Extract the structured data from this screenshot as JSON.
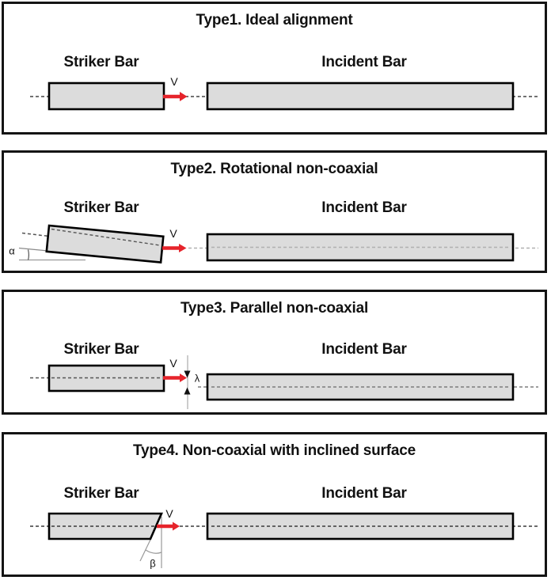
{
  "figure": {
    "panels": [
      {
        "title": "Type1. Ideal alignment",
        "striker_label": "Striker Bar",
        "incident_label": "Incident Bar",
        "velocity_label": "V"
      },
      {
        "title": "Type2. Rotational non-coaxial",
        "striker_label": "Striker Bar",
        "incident_label": "Incident Bar",
        "velocity_label": "V",
        "angle_label": "α"
      },
      {
        "title": "Type3. Parallel non-coaxial",
        "striker_label": "Striker Bar",
        "incident_label": "Incident Bar",
        "velocity_label": "V",
        "offset_label": "λ"
      },
      {
        "title": "Type4. Non-coaxial with inclined surface",
        "striker_label": "Striker Bar",
        "incident_label": "Incident Bar",
        "velocity_label": "V",
        "angle_label": "β"
      }
    ],
    "colors": {
      "arrow": "#e6242b",
      "bar_fill": "#dcdcdc",
      "bar_border": "#000000"
    }
  }
}
